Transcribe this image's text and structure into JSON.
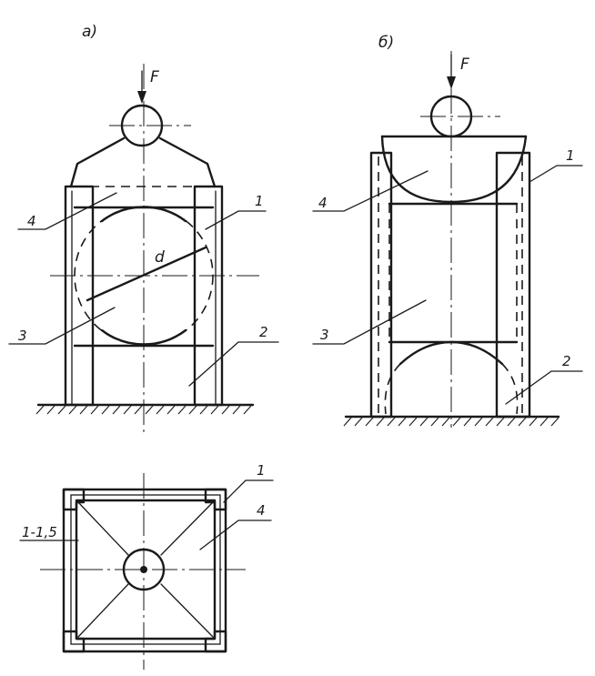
{
  "views": {
    "a": {
      "title": "а)",
      "force": "F",
      "diameter": "d",
      "labels": [
        "1",
        "2",
        "3",
        "4"
      ]
    },
    "b": {
      "title": "б)",
      "force": "F",
      "labels": [
        "1",
        "2",
        "3",
        "4"
      ]
    },
    "plan": {
      "gap": "1-1,5",
      "labels": [
        "1",
        "4"
      ]
    }
  }
}
